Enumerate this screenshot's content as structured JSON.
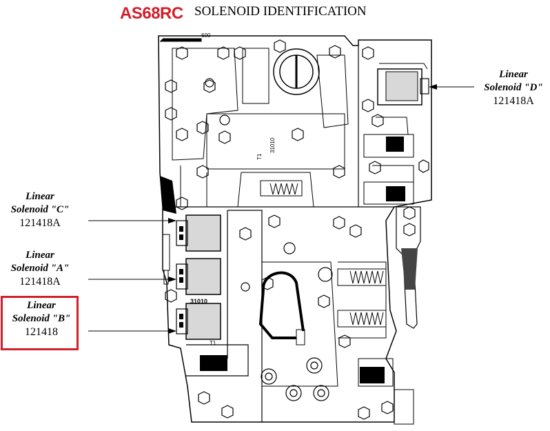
{
  "title": {
    "code": "AS68RC",
    "text": "SOLENOID IDENTIFICATION"
  },
  "colors": {
    "title_code": "#d21f2a",
    "highlight_box": "#d21f2a",
    "line": "#000000"
  },
  "labels": {
    "plate_number": "600",
    "body_number_top": "31010",
    "t1_top": "T1",
    "body_number_mid": "31010",
    "t1_bottom": "T1"
  },
  "callouts": {
    "c": {
      "name_line1": "Linear",
      "name_line2": "Solenoid \"C\"",
      "part": "121418A"
    },
    "a": {
      "name_line1": "Linear",
      "name_line2": "Solenoid \"A\"",
      "part": "121418A"
    },
    "b": {
      "name_line1": "Linear",
      "name_line2": "Solenoid \"B\"",
      "part": "121418"
    },
    "d": {
      "name_line1": "Linear",
      "name_line2": "Solenoid \"D\"",
      "part": "121418A"
    }
  }
}
